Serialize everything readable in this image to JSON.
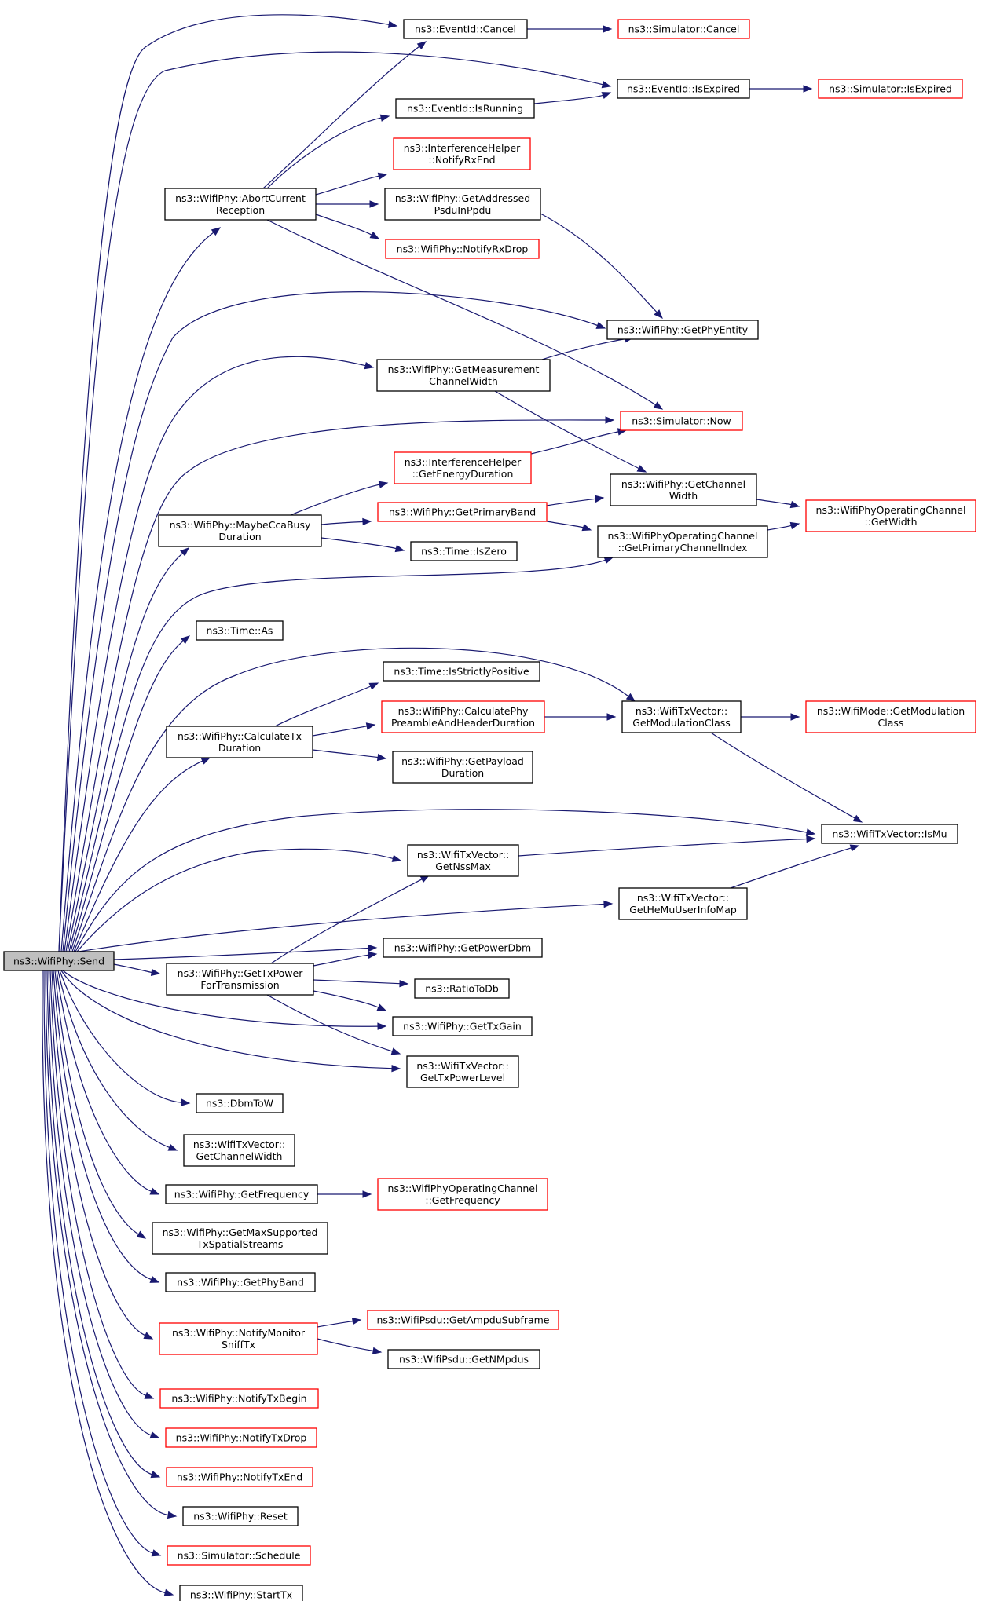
{
  "graph": {
    "root": "n_send",
    "nodes": [
      {
        "id": "n_send",
        "lines": [
          "ns3::WifiPhy::Send"
        ],
        "style": "root"
      },
      {
        "id": "n_evcancel",
        "lines": [
          "ns3::EventId::Cancel"
        ],
        "style": "black"
      },
      {
        "id": "n_simcancel",
        "lines": [
          "ns3::Simulator::Cancel"
        ],
        "style": "red"
      },
      {
        "id": "n_isexpired",
        "lines": [
          "ns3::EventId::IsExpired"
        ],
        "style": "black"
      },
      {
        "id": "n_simisexpired",
        "lines": [
          "ns3::Simulator::IsExpired"
        ],
        "style": "red"
      },
      {
        "id": "n_isrunning",
        "lines": [
          "ns3::EventId::IsRunning"
        ],
        "style": "black"
      },
      {
        "id": "n_notifyrxend",
        "lines": [
          "ns3::InterferenceHelper",
          "::NotifyRxEnd"
        ],
        "style": "red"
      },
      {
        "id": "n_abort",
        "lines": [
          "ns3::WifiPhy::AbortCurrent",
          "Reception"
        ],
        "style": "black"
      },
      {
        "id": "n_getaddressed",
        "lines": [
          "ns3::WifiPhy::GetAddressed",
          "PsduInPpdu"
        ],
        "style": "black"
      },
      {
        "id": "n_notifyrxdrop",
        "lines": [
          "ns3::WifiPhy::NotifyRxDrop"
        ],
        "style": "red"
      },
      {
        "id": "n_getphyentity",
        "lines": [
          "ns3::WifiPhy::GetPhyEntity"
        ],
        "style": "black"
      },
      {
        "id": "n_getmeasch",
        "lines": [
          "ns3::WifiPhy::GetMeasurement",
          "ChannelWidth"
        ],
        "style": "black"
      },
      {
        "id": "n_simnow",
        "lines": [
          "ns3::Simulator::Now"
        ],
        "style": "red"
      },
      {
        "id": "n_getenergy",
        "lines": [
          "ns3::InterferenceHelper",
          "::GetEnergyDuration"
        ],
        "style": "red"
      },
      {
        "id": "n_getchwidth",
        "lines": [
          "ns3::WifiPhy::GetChannel",
          "Width"
        ],
        "style": "black"
      },
      {
        "id": "n_maybecca",
        "lines": [
          "ns3::WifiPhy::MaybeCcaBusy",
          "Duration"
        ],
        "style": "black"
      },
      {
        "id": "n_getprimaryband",
        "lines": [
          "ns3::WifiPhy::GetPrimaryBand"
        ],
        "style": "red"
      },
      {
        "id": "n_ocgetwidth",
        "lines": [
          "ns3::WifiPhyOperatingChannel",
          "::GetWidth"
        ],
        "style": "red"
      },
      {
        "id": "n_ocprimidx",
        "lines": [
          "ns3::WifiPhyOperatingChannel",
          "::GetPrimaryChannelIndex"
        ],
        "style": "black"
      },
      {
        "id": "n_iszero",
        "lines": [
          "ns3::Time::IsZero"
        ],
        "style": "black"
      },
      {
        "id": "n_timeas",
        "lines": [
          "ns3::Time::As"
        ],
        "style": "black"
      },
      {
        "id": "n_strictpos",
        "lines": [
          "ns3::Time::IsStrictlyPositive"
        ],
        "style": "black"
      },
      {
        "id": "n_calcphypre",
        "lines": [
          "ns3::WifiPhy::CalculatePhy",
          "PreambleAndHeaderDuration"
        ],
        "style": "red"
      },
      {
        "id": "n_txvgetmod",
        "lines": [
          "ns3::WifiTxVector::",
          "GetModulationClass"
        ],
        "style": "black"
      },
      {
        "id": "n_modegetmod",
        "lines": [
          "ns3::WifiMode::GetModulation",
          "Class"
        ],
        "style": "red"
      },
      {
        "id": "n_calctx",
        "lines": [
          "ns3::WifiPhy::CalculateTx",
          "Duration"
        ],
        "style": "black"
      },
      {
        "id": "n_getpayload",
        "lines": [
          "ns3::WifiPhy::GetPayload",
          "Duration"
        ],
        "style": "black"
      },
      {
        "id": "n_ismu",
        "lines": [
          "ns3::WifiTxVector::IsMu"
        ],
        "style": "black"
      },
      {
        "id": "n_getnssmax",
        "lines": [
          "ns3::WifiTxVector::",
          "GetNssMax"
        ],
        "style": "black"
      },
      {
        "id": "n_hemumap",
        "lines": [
          "ns3::WifiTxVector::",
          "GetHeMuUserInfoMap"
        ],
        "style": "black"
      },
      {
        "id": "n_getpowerdbm",
        "lines": [
          "ns3::WifiPhy::GetPowerDbm"
        ],
        "style": "black"
      },
      {
        "id": "n_gettxpower",
        "lines": [
          "ns3::WifiPhy::GetTxPower",
          "ForTransmission"
        ],
        "style": "black"
      },
      {
        "id": "n_ratiotodb",
        "lines": [
          "ns3::RatioToDb"
        ],
        "style": "black"
      },
      {
        "id": "n_gettxgain",
        "lines": [
          "ns3::WifiPhy::GetTxGain"
        ],
        "style": "black"
      },
      {
        "id": "n_gettxplevel",
        "lines": [
          "ns3::WifiTxVector::",
          "GetTxPowerLevel"
        ],
        "style": "black"
      },
      {
        "id": "n_dbmtow",
        "lines": [
          "ns3::DbmToW"
        ],
        "style": "black"
      },
      {
        "id": "n_txvgetchw",
        "lines": [
          "ns3::WifiTxVector::",
          "GetChannelWidth"
        ],
        "style": "black"
      },
      {
        "id": "n_getfreq",
        "lines": [
          "ns3::WifiPhy::GetFrequency"
        ],
        "style": "black"
      },
      {
        "id": "n_ocgetfreq",
        "lines": [
          "ns3::WifiPhyOperatingChannel",
          "::GetFrequency"
        ],
        "style": "red"
      },
      {
        "id": "n_getmaxss",
        "lines": [
          "ns3::WifiPhy::GetMaxSupported",
          "TxSpatialStreams"
        ],
        "style": "black"
      },
      {
        "id": "n_getphyband",
        "lines": [
          "ns3::WifiPhy::GetPhyBand"
        ],
        "style": "black"
      },
      {
        "id": "n_notifymon",
        "lines": [
          "ns3::WifiPhy::NotifyMonitor",
          "SniffTx"
        ],
        "style": "red"
      },
      {
        "id": "n_ampdusub",
        "lines": [
          "ns3::WifiPsdu::GetAmpduSubframe"
        ],
        "style": "red"
      },
      {
        "id": "n_getnmpdus",
        "lines": [
          "ns3::WifiPsdu::GetNMpdus"
        ],
        "style": "black"
      },
      {
        "id": "n_notifytxbegin",
        "lines": [
          "ns3::WifiPhy::NotifyTxBegin"
        ],
        "style": "red"
      },
      {
        "id": "n_notifytxdrop",
        "lines": [
          "ns3::WifiPhy::NotifyTxDrop"
        ],
        "style": "red"
      },
      {
        "id": "n_notifytxend",
        "lines": [
          "ns3::WifiPhy::NotifyTxEnd"
        ],
        "style": "red"
      },
      {
        "id": "n_reset",
        "lines": [
          "ns3::WifiPhy::Reset"
        ],
        "style": "black"
      },
      {
        "id": "n_schedule",
        "lines": [
          "ns3::Simulator::Schedule"
        ],
        "style": "red"
      },
      {
        "id": "n_starttx",
        "lines": [
          "ns3::WifiPhy::StartTx"
        ],
        "style": "black"
      }
    ],
    "edges": [
      [
        "n_send",
        "n_evcancel"
      ],
      [
        "n_send",
        "n_isexpired"
      ],
      [
        "n_send",
        "n_abort"
      ],
      [
        "n_send",
        "n_getphyentity"
      ],
      [
        "n_send",
        "n_getmeasch"
      ],
      [
        "n_send",
        "n_simnow"
      ],
      [
        "n_send",
        "n_maybecca"
      ],
      [
        "n_send",
        "n_ocprimidx"
      ],
      [
        "n_send",
        "n_timeas"
      ],
      [
        "n_send",
        "n_txvgetmod"
      ],
      [
        "n_send",
        "n_calctx"
      ],
      [
        "n_send",
        "n_ismu"
      ],
      [
        "n_send",
        "n_getnssmax"
      ],
      [
        "n_send",
        "n_hemumap"
      ],
      [
        "n_send",
        "n_getpowerdbm"
      ],
      [
        "n_send",
        "n_gettxpower"
      ],
      [
        "n_send",
        "n_gettxgain"
      ],
      [
        "n_send",
        "n_gettxplevel"
      ],
      [
        "n_send",
        "n_dbmtow"
      ],
      [
        "n_send",
        "n_txvgetchw"
      ],
      [
        "n_send",
        "n_getfreq"
      ],
      [
        "n_send",
        "n_getmaxss"
      ],
      [
        "n_send",
        "n_getphyband"
      ],
      [
        "n_send",
        "n_notifymon"
      ],
      [
        "n_send",
        "n_notifytxbegin"
      ],
      [
        "n_send",
        "n_notifytxdrop"
      ],
      [
        "n_send",
        "n_notifytxend"
      ],
      [
        "n_send",
        "n_reset"
      ],
      [
        "n_send",
        "n_schedule"
      ],
      [
        "n_send",
        "n_starttx"
      ],
      [
        "n_evcancel",
        "n_simcancel"
      ],
      [
        "n_isexpired",
        "n_simisexpired"
      ],
      [
        "n_isrunning",
        "n_isexpired"
      ],
      [
        "n_abort",
        "n_evcancel"
      ],
      [
        "n_abort",
        "n_isrunning"
      ],
      [
        "n_abort",
        "n_notifyrxend"
      ],
      [
        "n_abort",
        "n_getaddressed"
      ],
      [
        "n_abort",
        "n_notifyrxdrop"
      ],
      [
        "n_abort",
        "n_simnow"
      ],
      [
        "n_getaddressed",
        "n_getphyentity"
      ],
      [
        "n_getmeasch",
        "n_getphyentity"
      ],
      [
        "n_getmeasch",
        "n_getchwidth"
      ],
      [
        "n_getenergy",
        "n_simnow"
      ],
      [
        "n_maybecca",
        "n_getenergy"
      ],
      [
        "n_maybecca",
        "n_getprimaryband"
      ],
      [
        "n_maybecca",
        "n_iszero"
      ],
      [
        "n_getprimaryband",
        "n_getchwidth"
      ],
      [
        "n_getprimaryband",
        "n_ocprimidx"
      ],
      [
        "n_getchwidth",
        "n_ocgetwidth"
      ],
      [
        "n_ocprimidx",
        "n_ocgetwidth"
      ],
      [
        "n_calctx",
        "n_strictpos"
      ],
      [
        "n_calctx",
        "n_calcphypre"
      ],
      [
        "n_calctx",
        "n_getpayload"
      ],
      [
        "n_calcphypre",
        "n_txvgetmod"
      ],
      [
        "n_txvgetmod",
        "n_modegetmod"
      ],
      [
        "n_txvgetmod",
        "n_ismu"
      ],
      [
        "n_getnssmax",
        "n_ismu"
      ],
      [
        "n_hemumap",
        "n_ismu"
      ],
      [
        "n_gettxpower",
        "n_getnssmax"
      ],
      [
        "n_gettxpower",
        "n_getpowerdbm"
      ],
      [
        "n_gettxpower",
        "n_ratiotodb"
      ],
      [
        "n_gettxpower",
        "n_gettxgain"
      ],
      [
        "n_gettxpower",
        "n_gettxplevel"
      ],
      [
        "n_getfreq",
        "n_ocgetfreq"
      ],
      [
        "n_notifymon",
        "n_ampdusub"
      ],
      [
        "n_notifymon",
        "n_getnmpdus"
      ]
    ]
  }
}
